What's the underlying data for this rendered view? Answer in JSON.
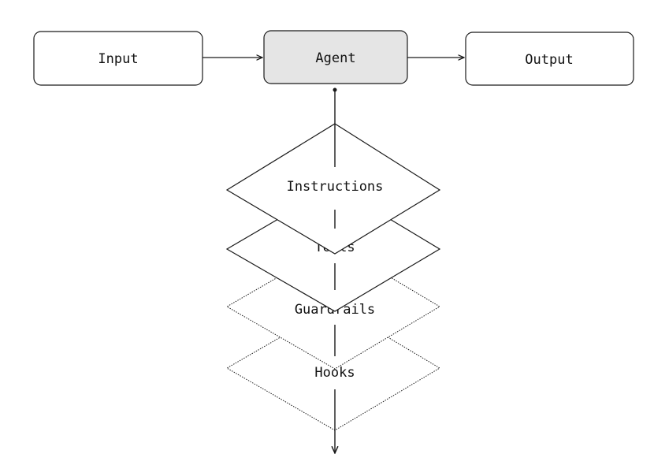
{
  "nodes": {
    "input": "Input",
    "agent": "Agent",
    "output": "Output"
  },
  "layers": [
    {
      "id": "instructions",
      "label": "Instructions",
      "style": "solid"
    },
    {
      "id": "tools",
      "label": "Tools",
      "style": "solid"
    },
    {
      "id": "guardrails",
      "label": "Guardrails",
      "style": "dotted"
    },
    {
      "id": "hooks",
      "label": "Hooks",
      "style": "dotted"
    }
  ],
  "colors": {
    "stroke": "#1a1a1a",
    "agent_fill": "#e5e5e5",
    "background": "#ffffff"
  }
}
